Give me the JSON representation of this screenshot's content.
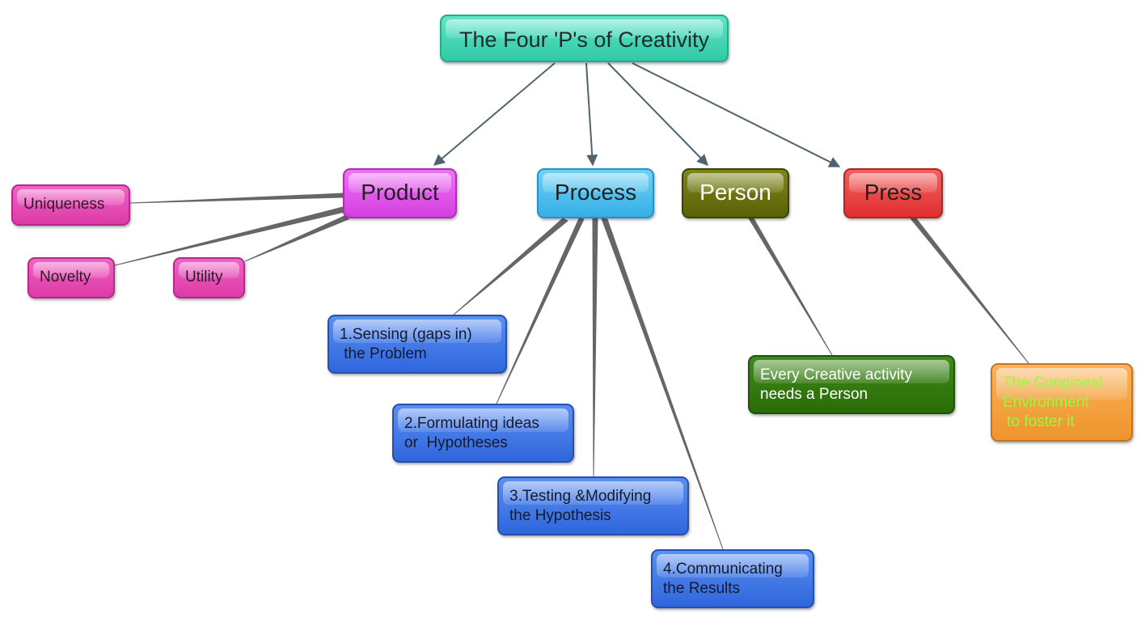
{
  "title": "The Four 'P's of Creativity",
  "categories": {
    "product": "Product",
    "process": "Process",
    "person": "Person",
    "press": "Press"
  },
  "product_items": [
    "Uniqueness",
    "Novelty",
    "Utility"
  ],
  "process_steps": [
    "1.Sensing (gaps in)\n the Problem",
    "2.Formulating ideas\nor  Hypotheses",
    "3.Testing &Modifying\nthe Hypothesis",
    "4.Communicating\nthe Results"
  ],
  "person_desc": "Every Creative activity\nneeds a Person",
  "press_desc": "The Congineal\nEnvironment\n to foster it",
  "colors": {
    "root": "#30c9a6",
    "product": "#d43fe0",
    "process": "#36afe6",
    "person": "#5a6106",
    "press": "#e02f2f",
    "product_items": "#dd3aa6",
    "process_steps": "#2f66dc",
    "person_desc": "#2a6b06",
    "press_desc": "#ee942c",
    "press_desc_text": "#8eff3a",
    "arrow": "#4f6470",
    "link": "#666666"
  }
}
